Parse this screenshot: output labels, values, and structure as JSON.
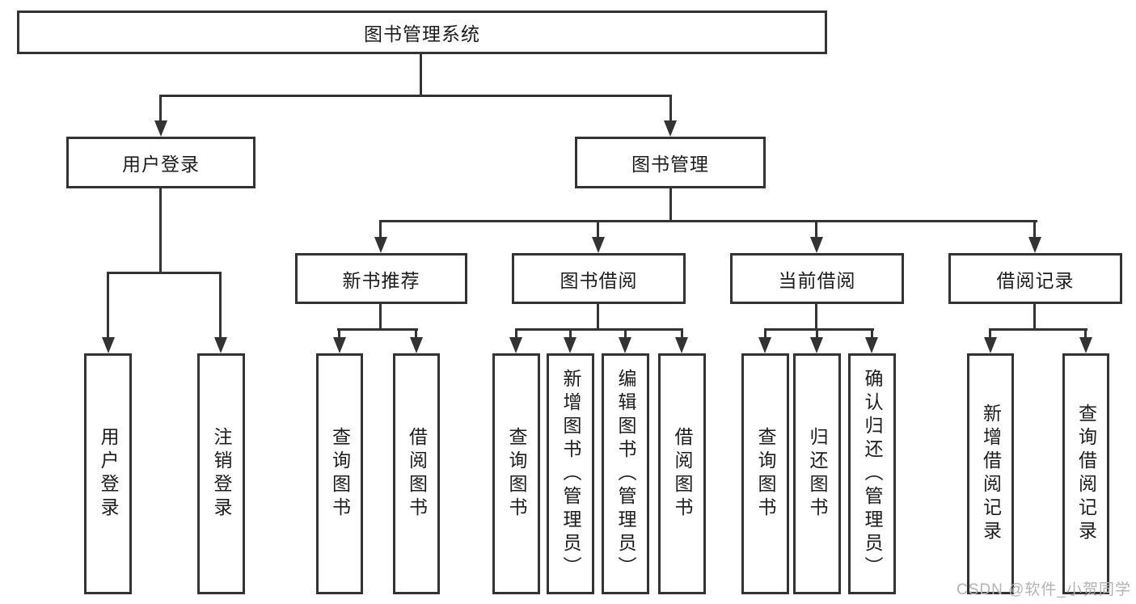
{
  "colors": {
    "line": "#333333",
    "box_border": "#333333",
    "text": "#1c1c1c",
    "background": "#ffffff",
    "watermark": "#b3b3b3"
  },
  "watermark": {
    "text": "CSDN @软件_小贺同学"
  },
  "tree": {
    "root": {
      "label": "图书管理系统"
    },
    "level2": [
      {
        "label": "用户登录",
        "children": [
          {
            "label": "用户登录"
          },
          {
            "label": "注销登录"
          }
        ]
      },
      {
        "label": "图书管理",
        "children": [
          {
            "label": "新书推荐",
            "children": [
              {
                "label": "查询图书"
              },
              {
                "label": "借阅图书"
              }
            ]
          },
          {
            "label": "图书借阅",
            "children": [
              {
                "label": "查询图书"
              },
              {
                "label": "新增图书（管理员）"
              },
              {
                "label": "编辑图书（管理员）"
              },
              {
                "label": "借阅图书"
              }
            ]
          },
          {
            "label": "当前借阅",
            "children": [
              {
                "label": "查询图书"
              },
              {
                "label": "归还图书"
              },
              {
                "label": "确认归还（管理员）"
              }
            ]
          },
          {
            "label": "借阅记录",
            "children": [
              {
                "label": "新增借阅记录"
              },
              {
                "label": "查询借阅记录"
              }
            ]
          }
        ]
      }
    ]
  }
}
